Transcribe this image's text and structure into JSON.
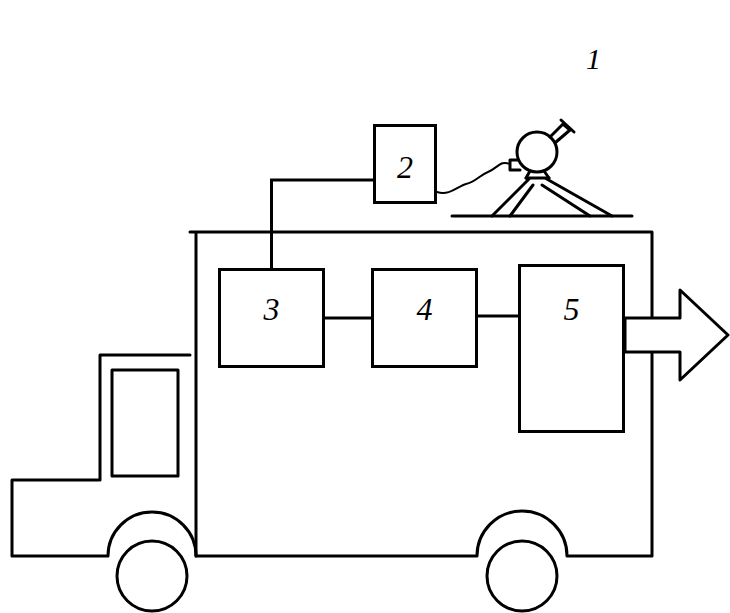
{
  "diagram": {
    "nodes": [
      {
        "text": [
          "2"
        ]
      },
      {
        "text": [
          "3"
        ]
      },
      {
        "text": [
          "4"
        ]
      },
      {
        "text": [
          "5"
        ]
      }
    ],
    "edges": [
      {
        "from": 0,
        "to": 1,
        "arrow": "none"
      },
      {
        "from": 1,
        "to": 2,
        "arrow": "none"
      },
      {
        "from": 2,
        "to": 3,
        "arrow": "none"
      }
    ],
    "labels": [
      "1"
    ]
  }
}
